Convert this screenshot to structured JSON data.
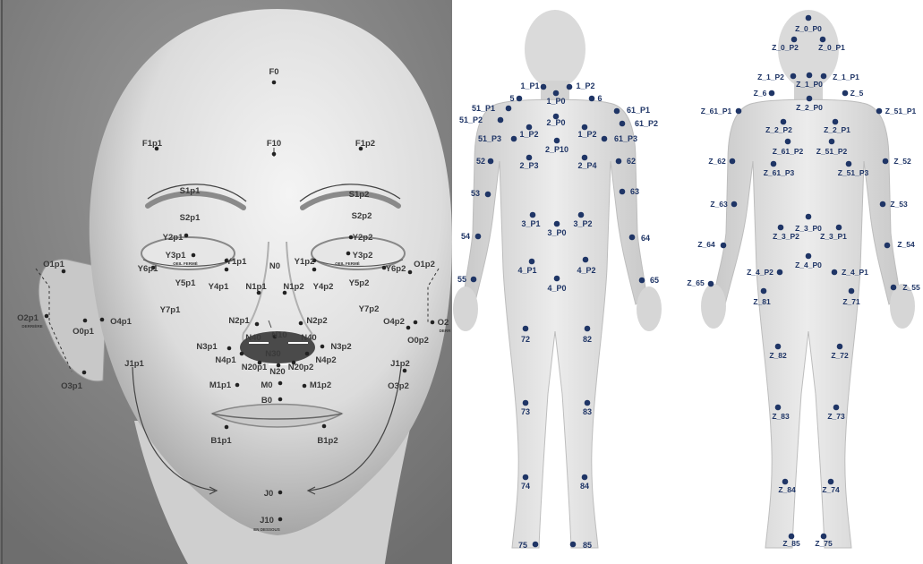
{
  "face": {
    "labels": [
      "F0",
      "F10",
      "F1p1",
      "F1p2",
      "S1p1",
      "S2p1",
      "S1p2",
      "S2p2",
      "Y2p1",
      "Y3p1",
      "Y1p1",
      "Y6p1",
      "Y5p1",
      "Y4p1",
      "Y2p2",
      "Y3p2",
      "Y1p2",
      "Y6p2",
      "Y5p2",
      "Y4p2",
      "Y7p1",
      "Y7p2",
      "N0",
      "N1p1",
      "N1p2",
      "N2p1",
      "N2p2",
      "N10",
      "N40",
      "N40",
      "N3p1",
      "N3p2",
      "N4p1",
      "N4p2",
      "N30",
      "N20p1",
      "N20p2",
      "N20",
      "M1p1",
      "M0",
      "M1p2",
      "B0",
      "B1p1",
      "B1p2",
      "O1p1",
      "O1p2",
      "O0p1",
      "O4p1",
      "O0p2",
      "O4p2",
      "O2p1",
      "O2",
      "O3p1",
      "O3p2",
      "J1p1",
      "J1p2",
      "J0",
      "J10"
    ],
    "notes": {
      "oeil_ferme": "OEIL FERMÉ",
      "derriere": "DERRIÈRE",
      "derr": "DERR",
      "en_dessous": "EN DESSOUS"
    }
  },
  "front_body": {
    "labels": [
      "1_P1",
      "1_P2",
      "1_P0",
      "5",
      "6",
      "51_P1",
      "61_P1",
      "51_P2",
      "61_P2",
      "2_P0",
      "51_P3",
      "1_P2",
      "1_P2",
      "61_P3",
      "2_P10",
      "52",
      "2_P3",
      "2_P4",
      "62",
      "53",
      "63",
      "3_P1",
      "3_P2",
      "3_P0",
      "54",
      "64",
      "4_P1",
      "4_P2",
      "55",
      "4_P0",
      "65",
      "72",
      "82",
      "73",
      "83",
      "74",
      "84",
      "75",
      "85"
    ]
  },
  "back_body": {
    "labels": [
      "Z_0_P0",
      "Z_0_P2",
      "Z_0_P1",
      "Z_1_P2",
      "Z_1_P1",
      "Z_1_P0",
      "Z_6",
      "Z_5",
      "Z_61_P1",
      "Z_2_P0",
      "Z_51_P1",
      "Z_2_P2",
      "Z_2_P1",
      "Z_61_P2",
      "Z_51_P2",
      "Z_62",
      "Z_52",
      "Z_61_P3",
      "Z_51_P3",
      "Z_63",
      "Z_53",
      "Z_3_P0",
      "Z_64",
      "Z_3_P2",
      "Z_3_P1",
      "Z_54",
      "Z_4_P0",
      "Z_4_P2",
      "Z_4_P1",
      "Z_65",
      "Z_55",
      "Z_81",
      "Z_71",
      "Z_82",
      "Z_72",
      "Z_83",
      "Z_73",
      "Z_84",
      "Z_74",
      "Z_85",
      "Z_75"
    ]
  },
  "colors": {
    "marker": "#1f3566",
    "face_marker": "#222222",
    "body_skin": "#dadada",
    "face_skin": "#e2e2e2"
  }
}
